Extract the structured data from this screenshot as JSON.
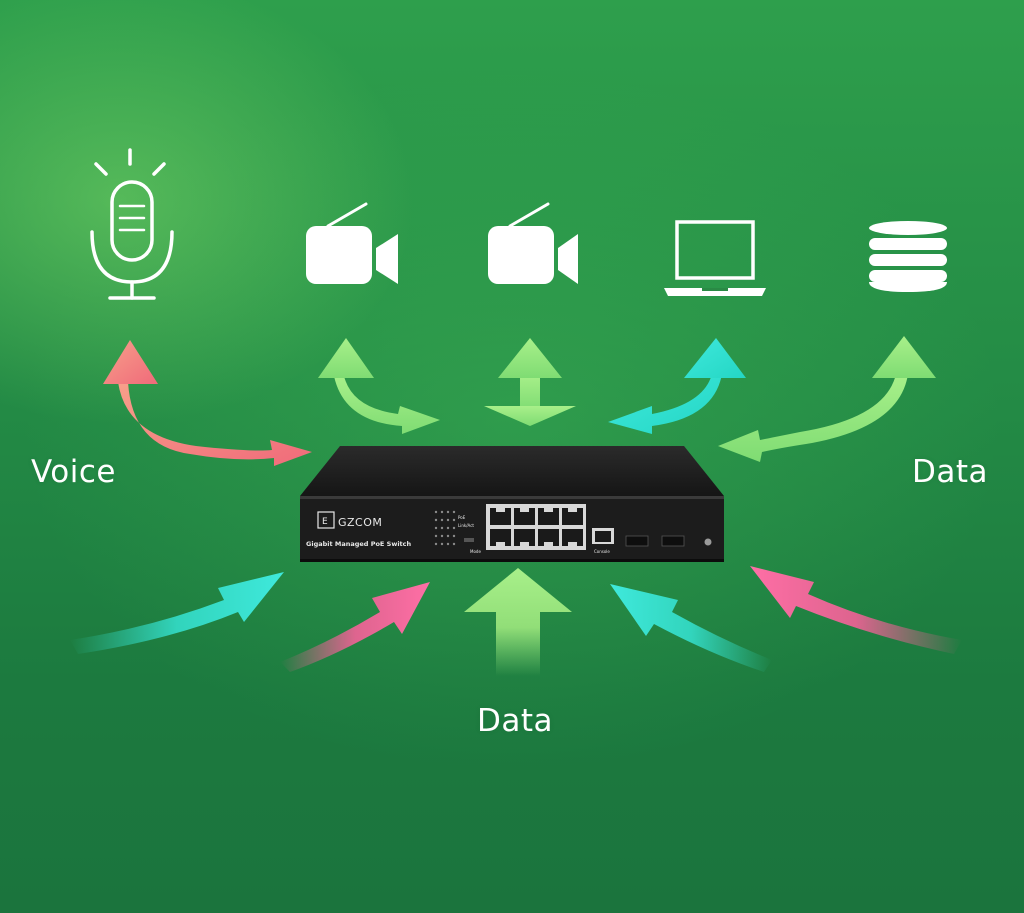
{
  "labels": {
    "voice": "Voice",
    "data_right": "Data",
    "data_bottom": "Data"
  },
  "switch": {
    "brand": "GZCOM",
    "model": "Gigabit Managed PoE Switch",
    "led_label_1": "PoE",
    "led_label_2": "Link/Act",
    "mode_label": "Mode",
    "console_label": "Console"
  },
  "devices": [
    {
      "icon": "microphone-icon"
    },
    {
      "icon": "video-camera-icon"
    },
    {
      "icon": "video-camera-icon"
    },
    {
      "icon": "laptop-icon"
    },
    {
      "icon": "database-icon"
    }
  ],
  "colors": {
    "background": "#238a45",
    "arrow_salmon": "#ef8a7a",
    "arrow_green": "#9ee87e",
    "arrow_cyan": "#35e3d2",
    "arrow_pink": "#ff5f9c",
    "icon": "#ffffff",
    "switch_body": "#1c1c1c"
  }
}
